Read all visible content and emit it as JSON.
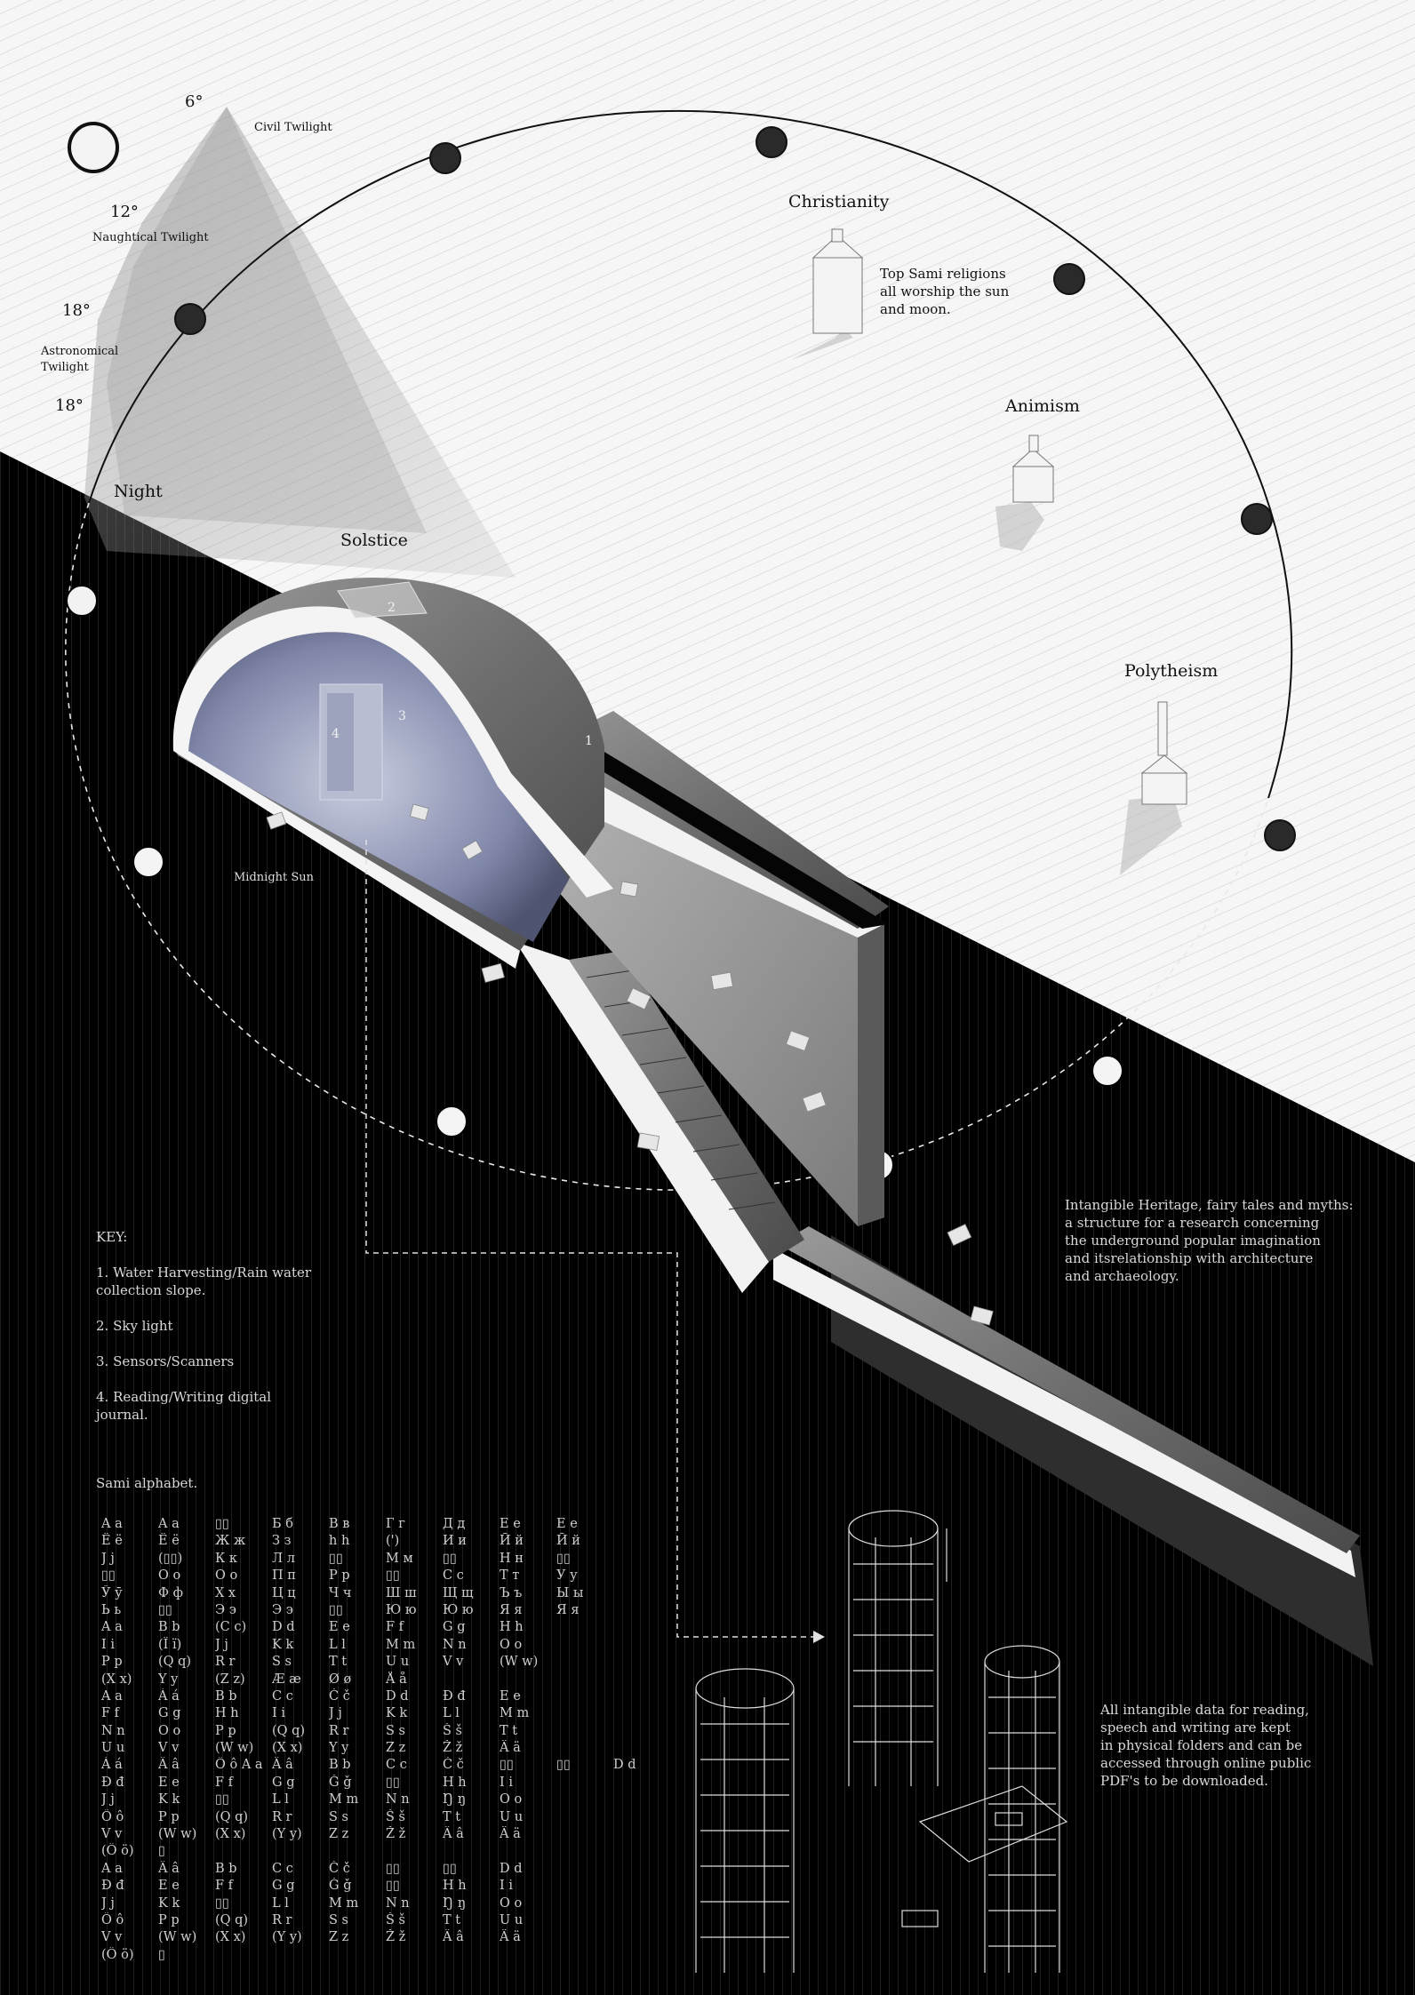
{
  "sky_labels": {
    "deg_6": "6°",
    "civil": "Civil Twilight",
    "deg_12": "12°",
    "nautical": "Naughtical Twilight",
    "deg_18a": "18°",
    "astro_1": "Astronomical",
    "astro_2": "Twilight",
    "deg_18b": "18°",
    "night": "Night",
    "solstice": "Solstice",
    "midnight_sun": "Midnight Sun"
  },
  "religions": {
    "christianity": "Christianity",
    "animism": "Animism",
    "polytheism": "Polytheism",
    "note_lines": [
      "Top Sami religions",
      "all worship the sun",
      "and moon."
    ]
  },
  "markers": [
    "1",
    "2",
    "3",
    "4"
  ],
  "key": {
    "title": "KEY:",
    "items": [
      [
        "1. Water Harvesting/Rain water",
        "collection slope."
      ],
      [
        "2. Sky light"
      ],
      [
        "3. Sensors/Scanners"
      ],
      [
        "4. Reading/Writing digital",
        "journal."
      ]
    ]
  },
  "side_text_1": [
    "Intangible Heritage, fairy tales and myths:",
    "a structure for a research concerning",
    "the underground popular imagination",
    "and itsrelationship with architecture",
    "and archaeology."
  ],
  "side_text_2": [
    "All intangible data for reading,",
    "speech and writing are kept",
    "in physical folders and can be",
    "accessed through online public",
    "PDF's to be downloaded."
  ],
  "alphabet": {
    "title": "Sami alphabet.",
    "rows": [
      [
        "A a",
        "A a",
        "▯▯",
        "Б б",
        "В в",
        "Г г",
        "Д д",
        "Е е",
        "Е е"
      ],
      [
        "Ё ё",
        "Ё ё",
        "Ж ж",
        "З з",
        "h h",
        "(')",
        "И и",
        "Й й",
        "Й й"
      ],
      [
        "J j",
        "(▯▯)",
        "К к",
        "Л л",
        "▯▯",
        "М м",
        "▯▯",
        "Н н",
        "▯▯"
      ],
      [
        "▯▯",
        "О о",
        "О о",
        "П п",
        "Р р",
        "▯▯",
        "С с",
        "Т т",
        "У у"
      ],
      [
        "Ӯ ӯ",
        "Ф ф",
        "Х х",
        "Ц ц",
        "Ч ч",
        "Ш ш",
        "Щ щ",
        "Ъ ъ",
        "Ы ы"
      ],
      [
        "Ь ь",
        "▯▯",
        "Э э",
        "Э э",
        "▯▯",
        "Ю ю",
        "Ю ю",
        "Я я",
        "Я я"
      ],
      [
        "A a",
        "B b",
        "(C c)",
        "D d",
        "E e",
        "F f",
        "G g",
        "H h"
      ],
      [
        "I i",
        "(Ï ï)",
        "J j",
        "K k",
        "L l",
        "M m",
        "N n",
        "O o"
      ],
      [
        "P p",
        "(Q q)",
        "R r",
        "S s",
        "T t",
        "U u",
        "V v",
        "(W w)"
      ],
      [
        "(X x)",
        "Y y",
        "(Z z)",
        "Æ æ",
        "Ø ø",
        "Å å"
      ],
      [
        "A a",
        "Á á",
        "B b",
        "C c",
        "Č č",
        "D d",
        "Đ đ",
        "E e"
      ],
      [
        "F f",
        "G g",
        "H h",
        "I i",
        "J j",
        "K k",
        "L l",
        "M m"
      ],
      [
        "N n",
        "O o",
        "P p",
        "(Q q)",
        "R r",
        "S s",
        "Š š",
        "T t"
      ],
      [
        "U u",
        "V v",
        "(W w)",
        "(X x)",
        "Y y",
        "Z z",
        "Ž ž",
        "Ä ä"
      ],
      [
        "Á á",
        "Â â",
        "Ô ô A a",
        "Â â",
        "B b",
        "C c",
        "Č č",
        "▯▯",
        "▯▯",
        "D d"
      ],
      [
        "Đ đ",
        "E e",
        "F f",
        "G g",
        "Ǧ ǧ",
        "▯▯",
        "H h",
        "I i"
      ],
      [
        "J j",
        "K k",
        "▯▯",
        "L l",
        "M m",
        "N n",
        "Ŋ ŋ",
        "O o"
      ],
      [
        "Ô ô",
        "P p",
        "(Q q)",
        "R r",
        "S s",
        "Š š",
        "T t",
        "U u"
      ],
      [
        "V v",
        "(W w)",
        "(X x)",
        "(Y y)",
        "Z z",
        "Ž ž",
        "Â â",
        "Ä ä"
      ],
      [
        "(Ö ö)",
        "▯"
      ],
      [
        "A a",
        "Â â",
        "B b",
        "C c",
        "Č č",
        "▯▯",
        "▯▯",
        "D d"
      ],
      [
        "Đ đ",
        "E e",
        "F f",
        "G g",
        "Ǧ ǧ",
        "▯▯",
        "H h",
        "I i"
      ],
      [
        "J j",
        "K k",
        "▯▯",
        "L l",
        "M m",
        "N n",
        "Ŋ ŋ",
        "O o"
      ],
      [
        "Ô ô",
        "P p",
        "(Q q)",
        "R r",
        "S s",
        "Š š",
        "T t",
        "U u"
      ],
      [
        "V v",
        "(W w)",
        "(X x)",
        "(Y y)",
        "Z z",
        "Ž ž",
        "Â â",
        "Ä ä"
      ],
      [
        "(Ö ö)",
        "▯"
      ]
    ]
  }
}
